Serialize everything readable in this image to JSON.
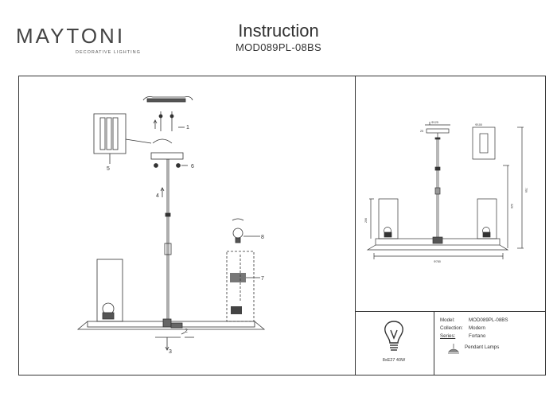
{
  "header": {
    "logo_text": "MAYTONI",
    "logo_sub": "DECORATIVE LIGHTING",
    "title": "Instruction",
    "model_code": "MOD089PL-08BS"
  },
  "assembly": {
    "callouts": [
      "1",
      "2",
      "3",
      "4",
      "5",
      "6",
      "7",
      "8"
    ]
  },
  "dimensions": {
    "canopy_width": "Φ125",
    "canopy_height": "25",
    "shade_top": "Φ100",
    "overall_height": "759",
    "body_height": "326",
    "shade_height": "206",
    "overall_width": "Φ780"
  },
  "bulb": {
    "spec": "8xE27 40W"
  },
  "info": {
    "model_label": "Model:",
    "model_value": "MOD089PL-08BS",
    "collection_label": "Collection:",
    "collection_value": "Modern",
    "series_label": "Series:",
    "series_value": "Fortano",
    "type_value": "Pendant Lamps"
  }
}
